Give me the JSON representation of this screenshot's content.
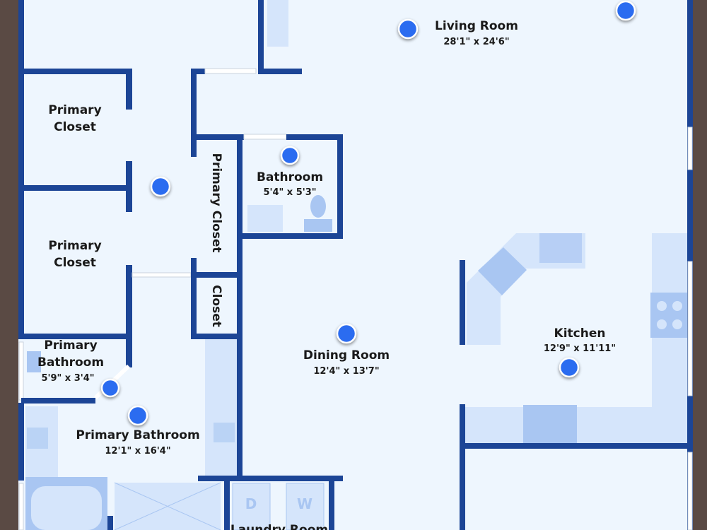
{
  "colors": {
    "wall": "#1c4596",
    "floor": "#eef6fe",
    "fixture": "#d5e5fb",
    "hotspot": "#2b6cf0"
  },
  "rooms": {
    "living": {
      "name": "Living Room",
      "dims": "28'1\" x 24'6\""
    },
    "primary_closet_1": {
      "name_line1": "Primary",
      "name_line2": "Closet"
    },
    "primary_closet_2": {
      "name_line1": "Primary",
      "name_line2": "Closet"
    },
    "primary_closet_vertical": {
      "name": "Primary Closet"
    },
    "closet": {
      "name": "Closet"
    },
    "bathroom": {
      "name": "Bathroom",
      "dims": "5'4\" x 5'3\""
    },
    "primary_bathroom_small": {
      "name_line1": "Primary",
      "name_line2": "Bathroom",
      "dims": "5'9\" x 3'4\""
    },
    "primary_bathroom": {
      "name": "Primary Bathroom",
      "dims": "12'1\" x 16'4\""
    },
    "dining": {
      "name": "Dining Room",
      "dims": "12'4\" x 13'7\""
    },
    "kitchen": {
      "name": "Kitchen",
      "dims": "12'9\" x 11'11\""
    },
    "laundry": {
      "name": "Laundry Room",
      "dryer": "D",
      "washer": "W"
    }
  }
}
